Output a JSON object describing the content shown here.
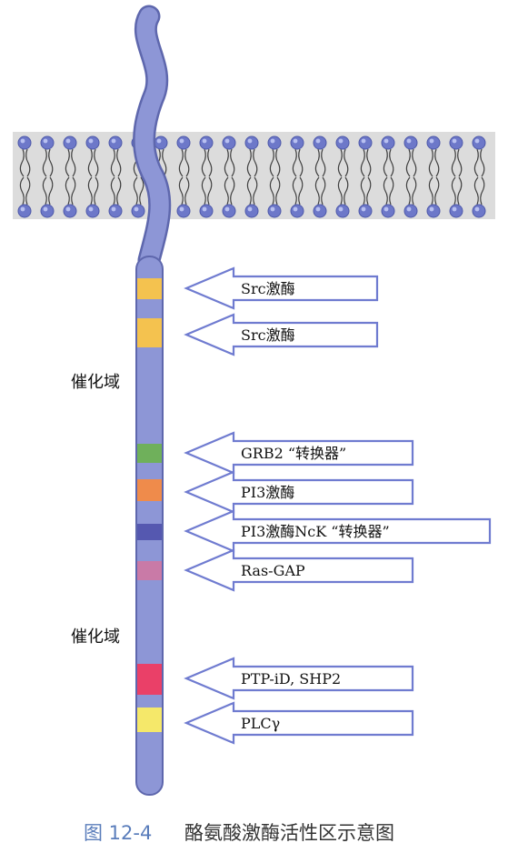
{
  "colors": {
    "receptor": "#8d96d6",
    "receptor_edge": "#5e67ad",
    "membrane_band": "#dcdcdc",
    "lipid_head": "#6d78c9",
    "lipid_head_light": "#b8c0f1",
    "arrow_fill": "#ffffff",
    "arrow_stroke": "#6f7bd0",
    "caption_blue": "#5a7dbb",
    "caption_text": "#333333"
  },
  "receptor": {
    "name": "tyrosine-kinase-receptor",
    "domain_labels": [
      {
        "id": "upper",
        "text": "催化域"
      },
      {
        "id": "lower",
        "text": "催化域"
      }
    ]
  },
  "sites": [
    {
      "id": "src1",
      "label": "Src激酶",
      "color": "#f4c24f"
    },
    {
      "id": "src2",
      "label": "Src激酶",
      "color": "#f4c24f"
    },
    {
      "id": "grb2",
      "label": "GRB2 “转换器”",
      "color": "#6fb05b"
    },
    {
      "id": "pi3",
      "label": "PI3激酶",
      "color": "#ef8b4b"
    },
    {
      "id": "pi3nck",
      "label": "PI3激酶NcK “转换器”",
      "color": "#5558b0"
    },
    {
      "id": "rasgap",
      "label": "Ras-GAP",
      "color": "#c97aa7"
    },
    {
      "id": "ptp",
      "label": "PTP-iD, SHP2",
      "color": "#ea4068"
    },
    {
      "id": "plc",
      "label": "PLCγ",
      "color": "#f5e86a"
    }
  ],
  "caption": {
    "figure_number": "图 12-4",
    "title": "酪氨酸激酶活性区示意图"
  }
}
